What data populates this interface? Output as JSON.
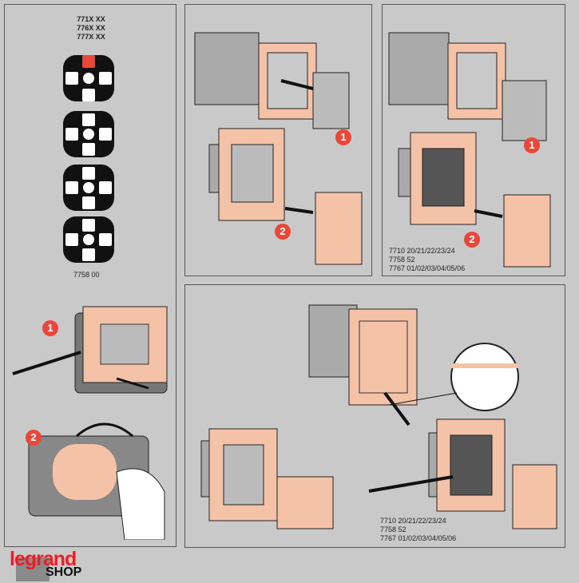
{
  "left_panel": {
    "models": [
      "771X XX",
      "776X XX",
      "777X XX"
    ],
    "icons": [
      "light-scene-icon",
      "climate-scene-icon",
      "shutter-scene-icon",
      "media-scene-icon"
    ],
    "product_code": "7758 00",
    "steps": [
      "1",
      "2"
    ]
  },
  "top_middle_panel": {
    "steps": [
      "1",
      "2"
    ]
  },
  "top_right_panel": {
    "steps": [
      "1",
      "2"
    ],
    "codes": [
      "7710 20/21/22/23/24",
      "7758 52",
      "7767 01/02/03/04/05/06"
    ]
  },
  "bottom_panel": {
    "codes": [
      "7710 20/21/22/23/24",
      "7758 52",
      "7767 01/02/03/04/05/06"
    ]
  },
  "logo": {
    "brand": "legrand",
    "sub": "SHOP"
  },
  "colors": {
    "frame": "#f4c2a6",
    "step_badge": "#e8473a",
    "background": "#c9c9c9"
  }
}
